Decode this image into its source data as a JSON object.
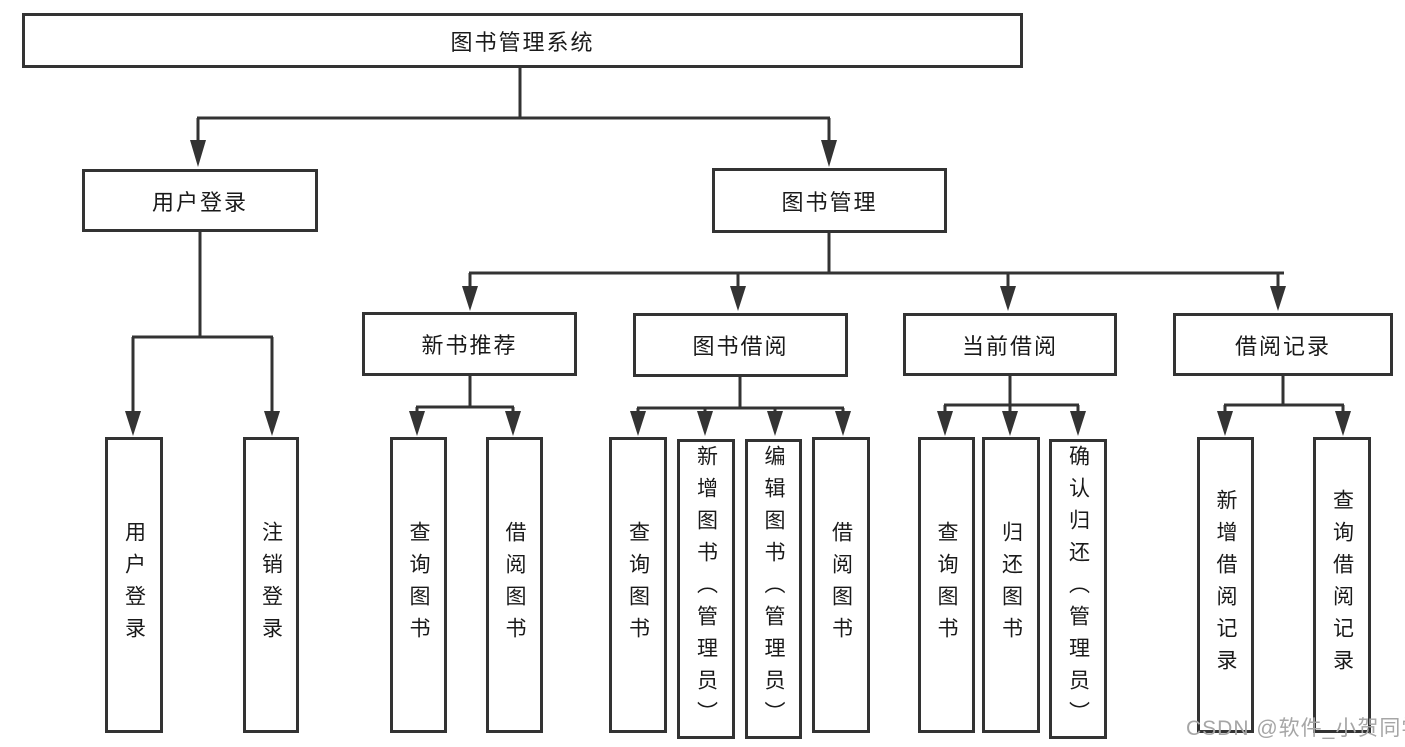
{
  "title": "图书管理系统",
  "tree": {
    "root": {
      "label": "图书管理系统"
    },
    "branches": [
      {
        "label": "用户登录",
        "children": [
          {
            "label": "用户登录"
          },
          {
            "label": "注销登录"
          }
        ]
      },
      {
        "label": "图书管理",
        "children": [
          {
            "label": "新书推荐",
            "children": [
              {
                "label": "查询图书"
              },
              {
                "label": "借阅图书"
              }
            ]
          },
          {
            "label": "图书借阅",
            "children": [
              {
                "label": "查询图书"
              },
              {
                "label": "新增图书（管理员）"
              },
              {
                "label": "编辑图书（管理员）"
              },
              {
                "label": "借阅图书"
              }
            ]
          },
          {
            "label": "当前借阅",
            "children": [
              {
                "label": "查询图书"
              },
              {
                "label": "归还图书"
              },
              {
                "label": "确认归还（管理员）"
              }
            ]
          },
          {
            "label": "借阅记录",
            "children": [
              {
                "label": "新增借阅记录"
              },
              {
                "label": "查询借阅记录"
              }
            ]
          }
        ]
      }
    ]
  },
  "watermark": {
    "text": "CSDN @软件_小贺同学"
  },
  "colors": {
    "line": "#333333",
    "text": "#1a1a1a",
    "watermark": "#a6a6a6",
    "background": "#ffffff"
  }
}
